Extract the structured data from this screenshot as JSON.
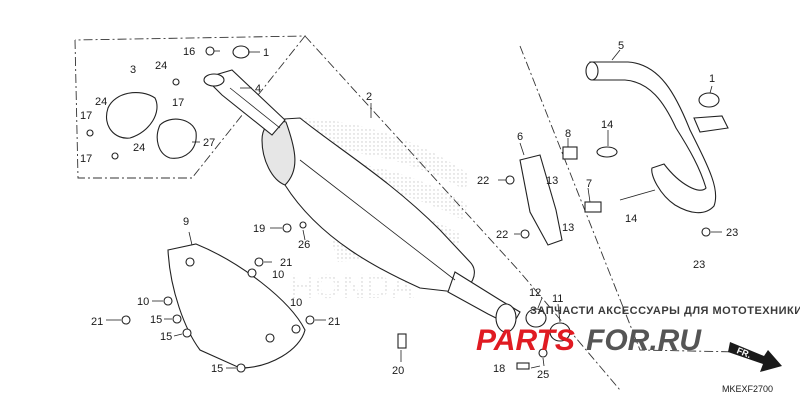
{
  "diagram": {
    "callouts": [
      {
        "id": "c1a",
        "text": "1"
      },
      {
        "id": "c1b",
        "text": "1"
      },
      {
        "id": "c2",
        "text": "2"
      },
      {
        "id": "c3",
        "text": "3"
      },
      {
        "id": "c4",
        "text": "4"
      },
      {
        "id": "c5",
        "text": "5"
      },
      {
        "id": "c6",
        "text": "6"
      },
      {
        "id": "c7",
        "text": "7"
      },
      {
        "id": "c8",
        "text": "8"
      },
      {
        "id": "c9",
        "text": "9"
      },
      {
        "id": "c10a",
        "text": "10"
      },
      {
        "id": "c10b",
        "text": "10"
      },
      {
        "id": "c10c",
        "text": "10"
      },
      {
        "id": "c11",
        "text": "11"
      },
      {
        "id": "c12",
        "text": "12"
      },
      {
        "id": "c13a",
        "text": "13"
      },
      {
        "id": "c13b",
        "text": "13"
      },
      {
        "id": "c14a",
        "text": "14"
      },
      {
        "id": "c14b",
        "text": "14"
      },
      {
        "id": "c15a",
        "text": "15"
      },
      {
        "id": "c15b",
        "text": "15"
      },
      {
        "id": "c15c",
        "text": "15"
      },
      {
        "id": "c16",
        "text": "16"
      },
      {
        "id": "c17a",
        "text": "17"
      },
      {
        "id": "c17b",
        "text": "17"
      },
      {
        "id": "c17c",
        "text": "17"
      },
      {
        "id": "c18",
        "text": "18"
      },
      {
        "id": "c19",
        "text": "19"
      },
      {
        "id": "c20",
        "text": "20"
      },
      {
        "id": "c21a",
        "text": "21"
      },
      {
        "id": "c21b",
        "text": "21"
      },
      {
        "id": "c21c",
        "text": "21"
      },
      {
        "id": "c22a",
        "text": "22"
      },
      {
        "id": "c22b",
        "text": "22"
      },
      {
        "id": "c23a",
        "text": "23"
      },
      {
        "id": "c23b",
        "text": "23"
      },
      {
        "id": "c24a",
        "text": "24"
      },
      {
        "id": "c24b",
        "text": "24"
      },
      {
        "id": "c24c",
        "text": "24"
      },
      {
        "id": "c25",
        "text": "25"
      },
      {
        "id": "c26",
        "text": "26"
      },
      {
        "id": "c27",
        "text": "27"
      }
    ],
    "diagram_code": "MKEXF2700",
    "direction_label": "FR.",
    "watermark": {
      "tagline": "ЗАПЧАСТИ АКСЕССУАРЫ ДЛЯ МОТОТЕХНИКИ",
      "brand_red": "PARTS",
      "brand_dark": "FOR.RU",
      "color_red": "#e01b22",
      "color_dark": "#555555"
    },
    "background_logo": "HONDA"
  }
}
